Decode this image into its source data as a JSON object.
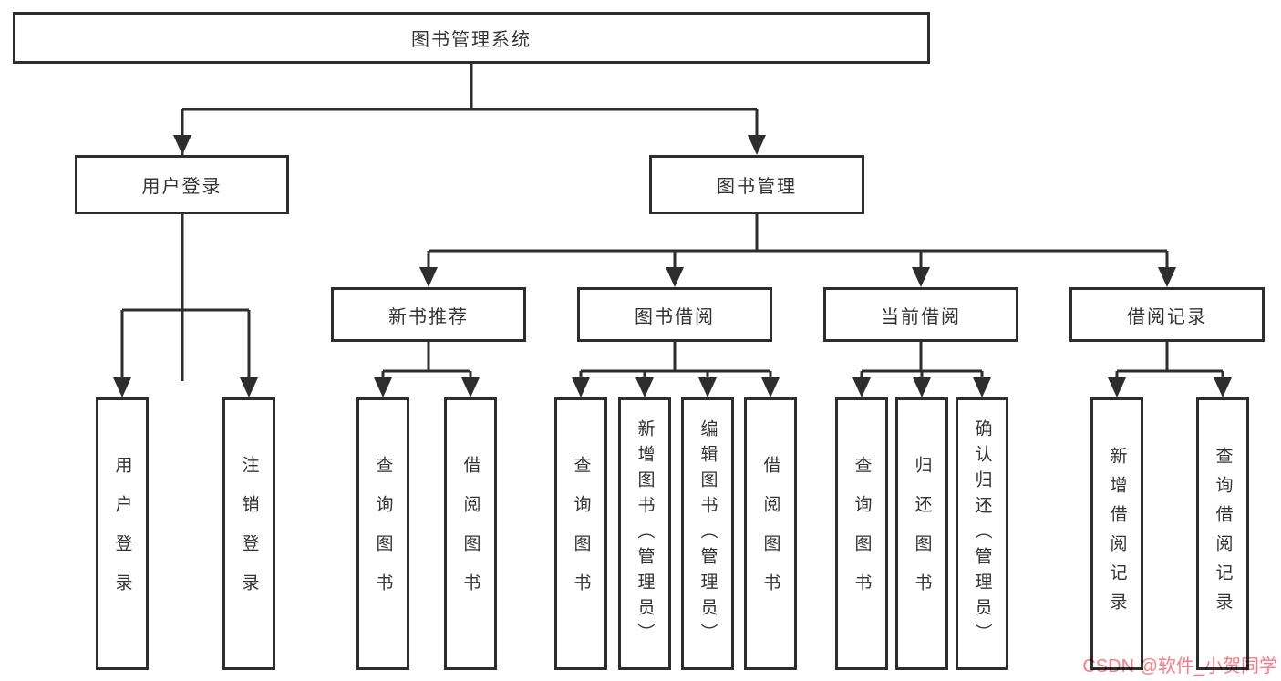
{
  "colors": {
    "line": "#2d2d2d",
    "watermark": "#fb7280"
  },
  "watermark": {
    "text": "CSDN @软件_小贺同学"
  },
  "tree": {
    "root": {
      "label": "图书管理系统"
    },
    "branches": [
      {
        "label": "用户登录",
        "children": [
          {
            "label": "用户登录"
          },
          {
            "label": "注销登录"
          }
        ]
      },
      {
        "label": "图书管理",
        "children": [
          {
            "label": "新书推荐",
            "children": [
              {
                "label": "查询图书"
              },
              {
                "label": "借阅图书"
              }
            ]
          },
          {
            "label": "图书借阅",
            "children": [
              {
                "label": "查询图书"
              },
              {
                "label": "新增图书（管理员）"
              },
              {
                "label": "编辑图书（管理员）"
              },
              {
                "label": "借阅图书"
              }
            ]
          },
          {
            "label": "当前借阅",
            "children": [
              {
                "label": "查询图书"
              },
              {
                "label": "归还图书"
              },
              {
                "label": "确认归还（管理员）"
              }
            ]
          },
          {
            "label": "借阅记录",
            "children": [
              {
                "label": "新增借阅记录"
              },
              {
                "label": "查询借阅记录"
              }
            ]
          }
        ]
      }
    ]
  }
}
